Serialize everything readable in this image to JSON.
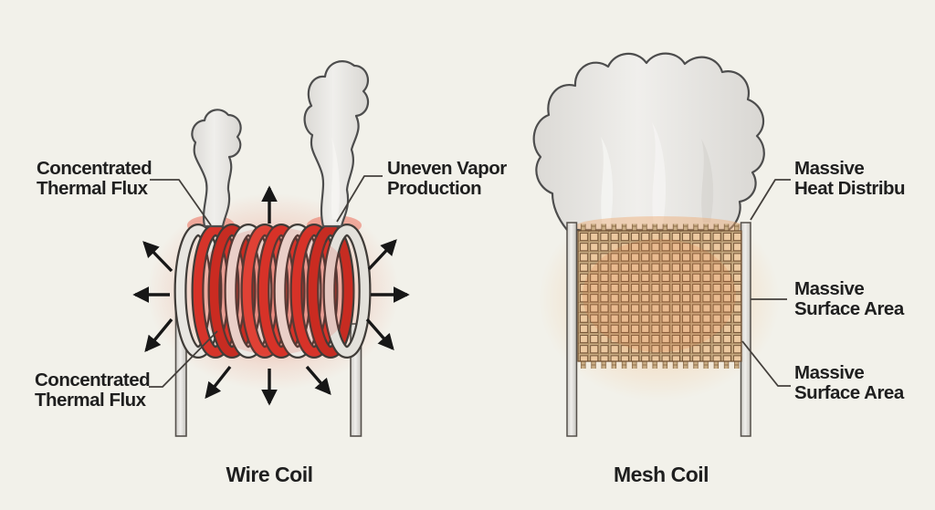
{
  "diagram": {
    "left": {
      "caption": "Wire Coil",
      "labels": {
        "flux_top": {
          "line1": "Concentrated",
          "line2": "Thermal Flux"
        },
        "vapor": {
          "line1": "Uneven Vapor",
          "line2": "Production"
        },
        "flux_bottom": {
          "line1": "Concentrated",
          "line2": "Thermal Flux"
        }
      }
    },
    "right": {
      "caption": "Mesh Coil",
      "labels": {
        "heat": {
          "line1": "Massive",
          "line2": "Heat Distribu"
        },
        "surface_mid": {
          "line1": "Massive",
          "line2": "Surface Area"
        },
        "surface_bottom": {
          "line1": "Massive",
          "line2": "Surface Area"
        }
      }
    },
    "colors": {
      "background": "#f2f1ea",
      "coil_red": "#d6342a",
      "coil_gray": "#e8e6e1",
      "mesh_cell": "#ecc9a0",
      "mesh_wire": "#c9ad85",
      "mesh_outline": "#6b4b2e",
      "glow_red": "#e12d1e",
      "glow_orange": "#f2a660",
      "smoke_fill": "#e7e5e1",
      "outline": "#4d4d4d",
      "text": "#1f1f1f"
    }
  }
}
